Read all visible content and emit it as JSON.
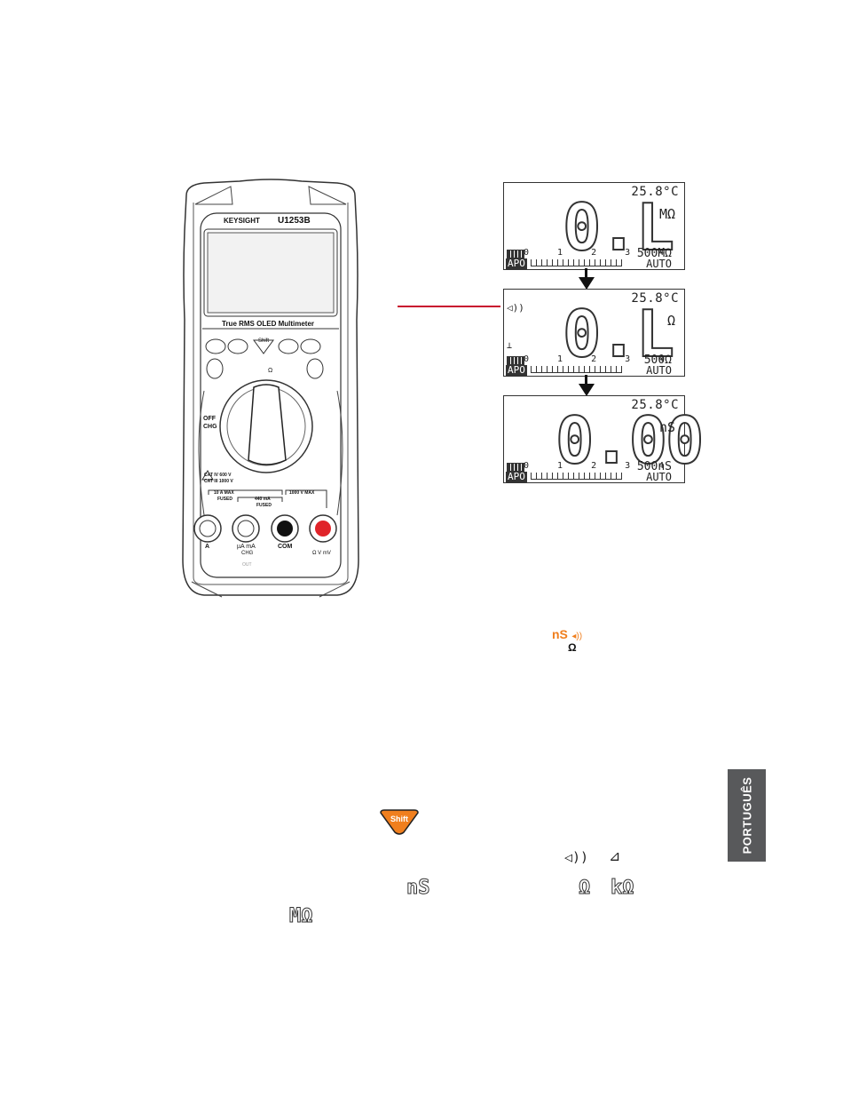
{
  "meter": {
    "brand": "KEYSIGHT",
    "model": "U1253B",
    "subtitle": "True RMS OLED Multimeter",
    "shift_label": "Shift",
    "dial_top": "Ω",
    "off_label": "OFF",
    "chg_label": "CHG",
    "cat_line1": "CAT IV 600 V",
    "cat_line2": "CAT III 1000 V",
    "a_max": "10 A MAX",
    "fused1": "FUSED",
    "ma_max": "440 mA",
    "fused2": "FUSED",
    "v_max": "1000 V MAX",
    "term_a": "A",
    "term_uamA": "µA mA",
    "term_chg": "CHG",
    "term_out": "OUT",
    "term_com": "COM",
    "term_v": "Ω V mV"
  },
  "displays": [
    {
      "temp": "25.8°C",
      "value": "0.L",
      "unit": "MΩ",
      "range": "500MΩ",
      "ticks": "0 1 2 3 4",
      "apo": "APO",
      "auto": "AUTO",
      "indicator": ""
    },
    {
      "temp": "25.8°C",
      "value": "0.L",
      "unit": "Ω",
      "range": "500Ω",
      "ticks": "0 1 2 3 4",
      "apo": "APO",
      "auto": "AUTO",
      "indicator": "◁))"
    },
    {
      "temp": "25.8°C",
      "value": "0.00",
      "unit": "nS",
      "range": "500nS",
      "ticks": "0 1 2 3 4",
      "apo": "APO",
      "auto": "AUTO",
      "indicator": ""
    }
  ],
  "func_symbol": {
    "top": "nS",
    "waves": "◂))",
    "bottom": "Ω",
    "color": "#f07f1e"
  },
  "shift_key": {
    "label": "Shift",
    "color": "#f07f1e"
  },
  "inline_symbols": {
    "continuity": "◁))",
    "other": "⊿",
    "ns": "nS",
    "ohm": "Ω",
    "kohm": "kΩ",
    "mohm": "MΩ"
  },
  "side_tab": {
    "label": "PORTUGUÊS",
    "color": "#58595b"
  },
  "callout_color": "#c8102e"
}
